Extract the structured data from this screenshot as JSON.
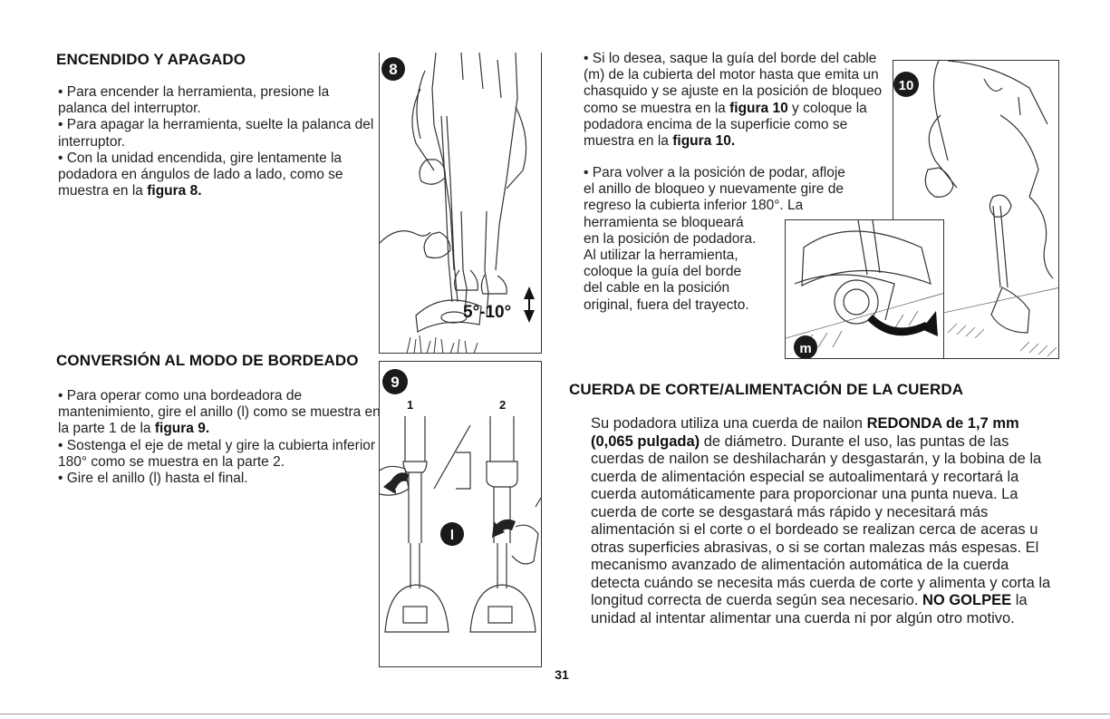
{
  "section_on_off": {
    "title": "ENCENDIDO Y APAGADO",
    "b1": "• Para encender la herramienta, presione la palanca del interruptor.",
    "b2": "• Para apagar la herramienta, suelte la palanca del interruptor.",
    "b3_text": "• Con la unidad encendida, gire lentamente la podadora en ángulos de lado a lado, como se muestra en la",
    "b3_ref": "figura 8."
  },
  "section_edging": {
    "title": "CONVERSIÓN AL MODO DE BORDEADO",
    "b1_text": "• Para operar como una bordeadora de mantenimiento, gire el anillo (l) como se muestra en la parte 1 de la",
    "b1_ref": "figura 9.",
    "b2": "• Sostenga el eje de metal y gire la cubierta inferior 180° como se muestra en la parte 2.",
    "b3": "• Gire el anillo (l) hasta el final."
  },
  "section_guide": {
    "b1_a": "• Si lo desea, saque la guía del borde del cable (m) de la cubierta del motor hasta que emita un chasquido y se ajuste en la posición de bloqueo como se muestra en la",
    "b1_ref1": "figura 10",
    "b1_b": "y coloque la podadora encima de la superficie como se muestra en la",
    "b1_ref2": "figura 10.",
    "b2_line1": "• Para volver a la posición de podar, afloje",
    "b2_line2": "el anillo de bloqueo y nuevamente gire de",
    "b2_line3": "regreso la cubierta inferior 180°. La",
    "b2_line4": "herramienta se bloqueará",
    "b2_line5": "en la posición de podadora.",
    "b2_line6": "Al utilizar la herramienta,",
    "b2_line7": "coloque la guía del borde",
    "b2_line8": "del cable en la posición",
    "b2_line9": "original, fuera del trayecto."
  },
  "section_line": {
    "title": "CUERDA DE CORTE/ALIMENTACIÓN DE LA CUERDA",
    "t1": "Su podadora utiliza una cuerda de nailon",
    "t_bold1": "REDONDA de 1,7 mm (0,065 pulgada)",
    "t2": "de diámetro. Durante el uso, las puntas de las cuerdas de nailon se deshilacharán y desgastarán, y la bobina de la cuerda de alimentación especial se autoalimentará y recortará la cuerda automáticamente para proporcionar una punta nueva. La cuerda de corte se desgastará más rápido y necesitará más alimentación si el corte o el bordeado se realizan cerca de aceras u otras superficies abrasivas, o si se cortan malezas más espesas. El mecanismo avanzado de alimentación automática de la cuerda detecta cuándo se necesita más cuerda de corte y alimenta y corta la longitud correcta de cuerda según sea necesario.",
    "t_bold2": "NO GOLPEE",
    "t3": "la unidad al intentar alimentar una cuerda ni por algún otro motivo."
  },
  "figures": {
    "fig8": {
      "badge": "8",
      "angle_label": "5°-10°"
    },
    "fig9": {
      "badge": "9",
      "part1": "1",
      "part2": "2",
      "ring_badge": "l"
    },
    "fig10": {
      "badge": "10",
      "guide_badge": "m"
    }
  },
  "page_number": "31",
  "colors": {
    "text": "#222222",
    "badge": "#1a1a1a",
    "line_art": "#333333"
  }
}
